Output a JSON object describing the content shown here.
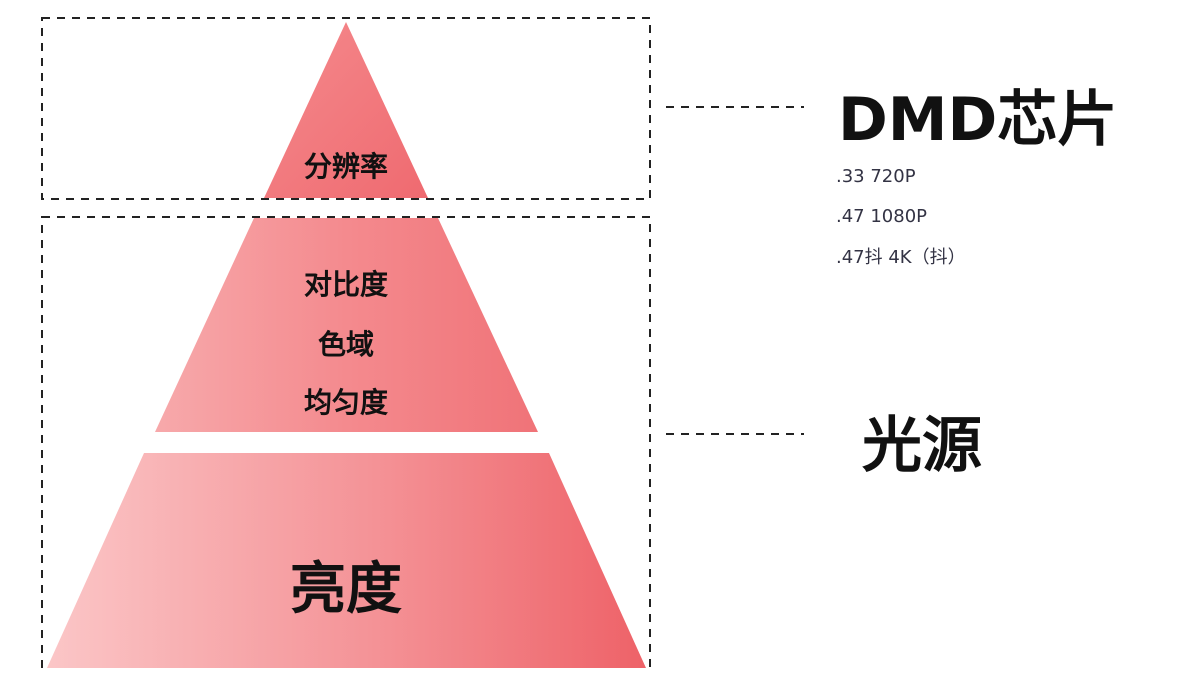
{
  "pyramid": {
    "top_label": "分辨率",
    "middle_labels": [
      "对比度",
      "色域",
      "均匀度"
    ],
    "bottom_label": "亮度"
  },
  "groups": {
    "chip": {
      "title": "DMD芯片",
      "specs": [
        ".33 720P",
        ".47 1080P",
        ".47抖 4K（抖）"
      ]
    },
    "light": {
      "title": "光源"
    }
  },
  "colors": {
    "tier_light": "#f9c4c4",
    "tier_strong": "#f06a6e",
    "dash": "#222222",
    "text": "#111111"
  }
}
